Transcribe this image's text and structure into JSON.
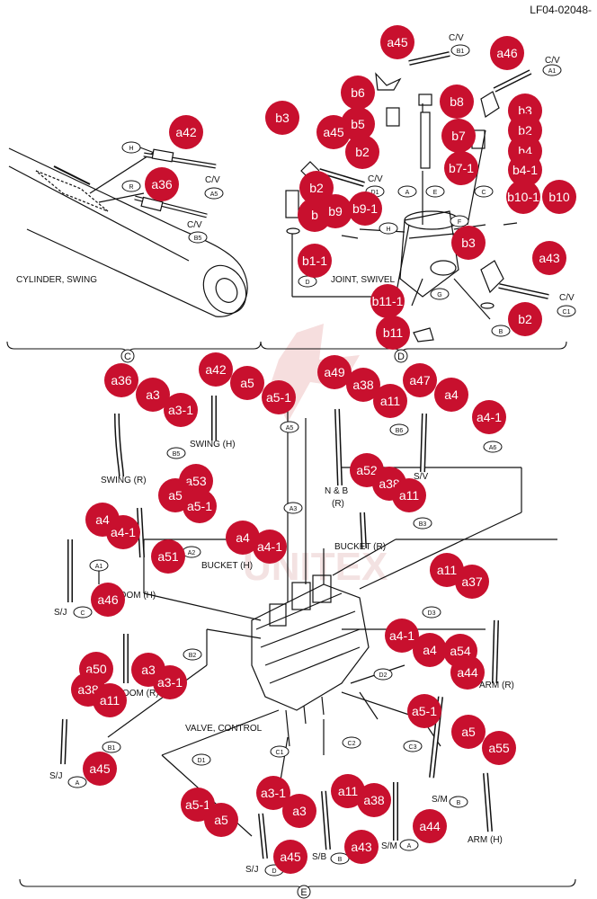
{
  "doc_id": "LF04-02048-",
  "watermark": "UNITEX",
  "section_letters": {
    "c": "C",
    "d": "D",
    "e": "E"
  },
  "captions": {
    "cylinder_swing": "CYLINDER, SWING",
    "joint_swivel": "JOINT, SWIVEL",
    "valve_control": "VALVE, CONTROL"
  },
  "labels": [
    {
      "id": "l1",
      "text": "C/V"
    },
    {
      "id": "l2",
      "text": "C/V"
    },
    {
      "id": "l3",
      "text": "C/V"
    },
    {
      "id": "l4",
      "text": "C/V"
    },
    {
      "id": "l5",
      "text": "C/V"
    },
    {
      "id": "l6",
      "text": "C/V"
    },
    {
      "id": "l7",
      "text": "SWING  (H)"
    },
    {
      "id": "l8",
      "text": "SWING  (R)"
    },
    {
      "id": "l9",
      "text": "N & B"
    },
    {
      "id": "l10",
      "text": "(R)"
    },
    {
      "id": "l11",
      "text": "S/V"
    },
    {
      "id": "l12",
      "text": "BUCKET (H)"
    },
    {
      "id": "l13",
      "text": "BUCKET (R)"
    },
    {
      "id": "l14",
      "text": "BOOM (H)"
    },
    {
      "id": "l15",
      "text": "S/J"
    },
    {
      "id": "l16",
      "text": "OOM (R)"
    },
    {
      "id": "l17",
      "text": "ARM (R)"
    },
    {
      "id": "l18",
      "text": "S/J"
    },
    {
      "id": "l19",
      "text": "S/M"
    },
    {
      "id": "l20",
      "text": "ARM (H)"
    },
    {
      "id": "l21",
      "text": "S/J"
    },
    {
      "id": "l22",
      "text": "S/B"
    },
    {
      "id": "l23",
      "text": "S/M"
    }
  ],
  "tags": [
    {
      "id": "t1",
      "text": "H"
    },
    {
      "id": "t2",
      "text": "A5"
    },
    {
      "id": "t3",
      "text": "R"
    },
    {
      "id": "t4",
      "text": "B5"
    },
    {
      "id": "t5",
      "text": "B1"
    },
    {
      "id": "t6",
      "text": "A1"
    },
    {
      "id": "t7",
      "text": "D1"
    },
    {
      "id": "t8",
      "text": "A"
    },
    {
      "id": "t9",
      "text": "E"
    },
    {
      "id": "t10",
      "text": "C"
    },
    {
      "id": "t11",
      "text": "H"
    },
    {
      "id": "t12",
      "text": "F"
    },
    {
      "id": "t13",
      "text": "D"
    },
    {
      "id": "t14",
      "text": "G"
    },
    {
      "id": "t15",
      "text": "C1"
    },
    {
      "id": "t16",
      "text": "B"
    },
    {
      "id": "t17",
      "text": "A5"
    },
    {
      "id": "t18",
      "text": "B5"
    },
    {
      "id": "t19",
      "text": "B6"
    },
    {
      "id": "t20",
      "text": "A6"
    },
    {
      "id": "t21",
      "text": "A3"
    },
    {
      "id": "t22",
      "text": "B3"
    },
    {
      "id": "t23",
      "text": "A2"
    },
    {
      "id": "t24",
      "text": "A1"
    },
    {
      "id": "t25",
      "text": "C"
    },
    {
      "id": "t26",
      "text": "D3"
    },
    {
      "id": "t27",
      "text": "B2"
    },
    {
      "id": "t28",
      "text": "D2"
    },
    {
      "id": "t29",
      "text": "B1"
    },
    {
      "id": "t30",
      "text": "A"
    },
    {
      "id": "t31",
      "text": "C3"
    },
    {
      "id": "t32",
      "text": "D1"
    },
    {
      "id": "t33",
      "text": "C1"
    },
    {
      "id": "t34",
      "text": "C2"
    },
    {
      "id": "t35",
      "text": "B"
    },
    {
      "id": "t36",
      "text": "D"
    },
    {
      "id": "t37",
      "text": "B"
    },
    {
      "id": "t38",
      "text": "A"
    }
  ],
  "callouts": [
    {
      "id": "c1",
      "text": "a42"
    },
    {
      "id": "c2",
      "text": "a36"
    },
    {
      "id": "c3",
      "text": "a45"
    },
    {
      "id": "c4",
      "text": "a46"
    },
    {
      "id": "c5",
      "text": "b6"
    },
    {
      "id": "c6",
      "text": "b8"
    },
    {
      "id": "c7",
      "text": "b3"
    },
    {
      "id": "c8",
      "text": "b3"
    },
    {
      "id": "c9",
      "text": "b5"
    },
    {
      "id": "c10",
      "text": "a45"
    },
    {
      "id": "c11",
      "text": "b2"
    },
    {
      "id": "c12",
      "text": "b7"
    },
    {
      "id": "c13",
      "text": "b2"
    },
    {
      "id": "c14",
      "text": "b4"
    },
    {
      "id": "c15",
      "text": "b2"
    },
    {
      "id": "c16",
      "text": "b7-1"
    },
    {
      "id": "c17",
      "text": "b4-1"
    },
    {
      "id": "c18",
      "text": "b"
    },
    {
      "id": "c19",
      "text": "b9"
    },
    {
      "id": "c20",
      "text": "b9-1"
    },
    {
      "id": "c21",
      "text": "b10-1"
    },
    {
      "id": "c22",
      "text": "b10"
    },
    {
      "id": "c23",
      "text": "b3"
    },
    {
      "id": "c24",
      "text": "b1-1"
    },
    {
      "id": "c25",
      "text": "a43"
    },
    {
      "id": "c26",
      "text": "b11-1"
    },
    {
      "id": "c27",
      "text": "b2"
    },
    {
      "id": "c28",
      "text": "b11"
    },
    {
      "id": "c29",
      "text": "a36"
    },
    {
      "id": "c30",
      "text": "a3"
    },
    {
      "id": "c31",
      "text": "a3-1"
    },
    {
      "id": "c32",
      "text": "a42"
    },
    {
      "id": "c33",
      "text": "a5"
    },
    {
      "id": "c34",
      "text": "a5-1"
    },
    {
      "id": "c35",
      "text": "a49"
    },
    {
      "id": "c36",
      "text": "a38"
    },
    {
      "id": "c37",
      "text": "a11"
    },
    {
      "id": "c38",
      "text": "a47"
    },
    {
      "id": "c39",
      "text": "a4"
    },
    {
      "id": "c40",
      "text": "a4-1"
    },
    {
      "id": "c41",
      "text": "a53"
    },
    {
      "id": "c42",
      "text": "a5"
    },
    {
      "id": "c43",
      "text": "a5-1"
    },
    {
      "id": "c44",
      "text": "a52"
    },
    {
      "id": "c45",
      "text": "a38"
    },
    {
      "id": "c46",
      "text": "a11"
    },
    {
      "id": "c47",
      "text": "a4"
    },
    {
      "id": "c48",
      "text": "a4-1"
    },
    {
      "id": "c49",
      "text": "a51"
    },
    {
      "id": "c50",
      "text": "a4"
    },
    {
      "id": "c51",
      "text": "a4-1"
    },
    {
      "id": "c52",
      "text": "a46"
    },
    {
      "id": "c53",
      "text": "a11"
    },
    {
      "id": "c54",
      "text": "a37"
    },
    {
      "id": "c55",
      "text": "a4-1"
    },
    {
      "id": "c56",
      "text": "a4"
    },
    {
      "id": "c57",
      "text": "a54"
    },
    {
      "id": "c58",
      "text": "a44"
    },
    {
      "id": "c59",
      "text": "a50"
    },
    {
      "id": "c60",
      "text": "a3"
    },
    {
      "id": "c61",
      "text": "a3-1"
    },
    {
      "id": "c62",
      "text": "a38"
    },
    {
      "id": "c63",
      "text": "a11"
    },
    {
      "id": "c64",
      "text": "a5-1"
    },
    {
      "id": "c65",
      "text": "a5"
    },
    {
      "id": "c66",
      "text": "a55"
    },
    {
      "id": "c67",
      "text": "a45"
    },
    {
      "id": "c68",
      "text": "a3-1"
    },
    {
      "id": "c69",
      "text": "a3"
    },
    {
      "id": "c70",
      "text": "a11"
    },
    {
      "id": "c71",
      "text": "a38"
    },
    {
      "id": "c72",
      "text": "a5-1"
    },
    {
      "id": "c73",
      "text": "a5"
    },
    {
      "id": "c74",
      "text": "a44"
    },
    {
      "id": "c75",
      "text": "a43"
    },
    {
      "id": "c76",
      "text": "a45"
    }
  ],
  "colors": {
    "callout": "#c8102e",
    "ink": "#111111",
    "watermark": "#f2d8d8"
  }
}
